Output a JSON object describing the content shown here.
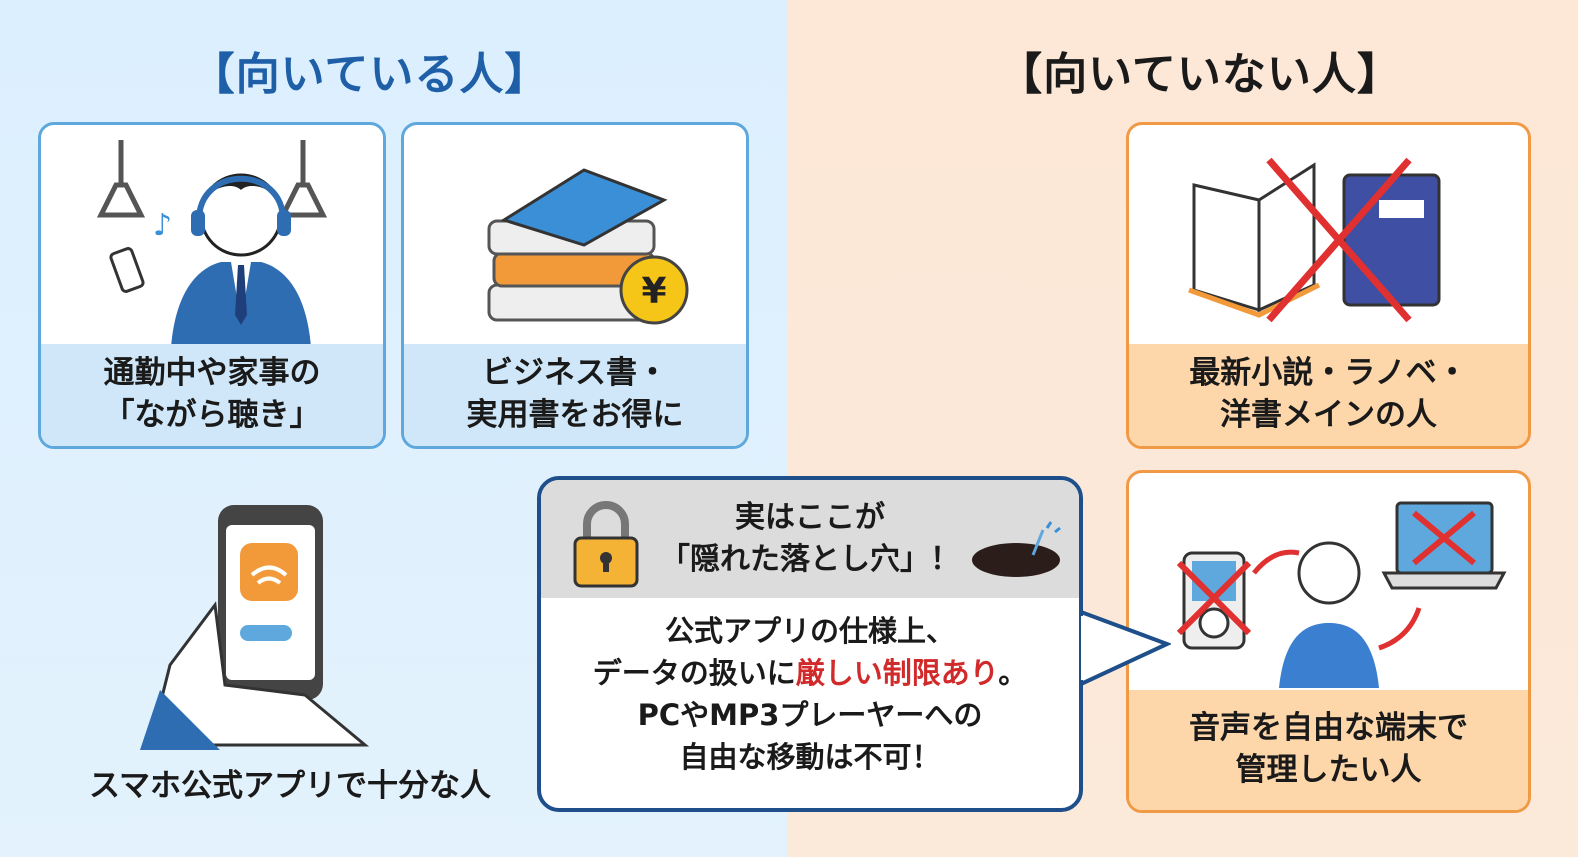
{
  "left": {
    "title": "【向いている人】",
    "cards": [
      {
        "line1": "通勤中や家事の",
        "line2": "「ながら聴き」",
        "icon": "commuter-headphones-icon"
      },
      {
        "line1": "ビジネス書・",
        "line2": "実用書をお得に",
        "icon": "books-yen-icon"
      }
    ],
    "phone_caption": "スマホ公式アプリで十分な人"
  },
  "right": {
    "title": "【向いていない人】",
    "cards": [
      {
        "line1": "最新小説・ラノベ・",
        "line2": "洋書メインの人",
        "icon": "books-crossed-icon"
      },
      {
        "line1": "音声を自由な端末で",
        "line2": "管理したい人",
        "icon": "devices-crossed-icon"
      }
    ]
  },
  "callout": {
    "head_line1": "実はここが",
    "head_line2": "「隠れた落とし穴」！",
    "body_line1": "公式アプリの仕様上、",
    "body_line2_pre": "データの扱いに",
    "body_line2_red": "厳しい制限あり",
    "body_line2_post": "。",
    "body_line3": "PCやMP3プレーヤーへの",
    "body_line4": "自由な移動は不可！"
  },
  "colors": {
    "blue_title": "#1f5fa8",
    "blue_border": "#5ea8dd",
    "orange_border": "#f19a45",
    "callout_border": "#1e4f8a",
    "warning_red": "#d12a2a"
  }
}
